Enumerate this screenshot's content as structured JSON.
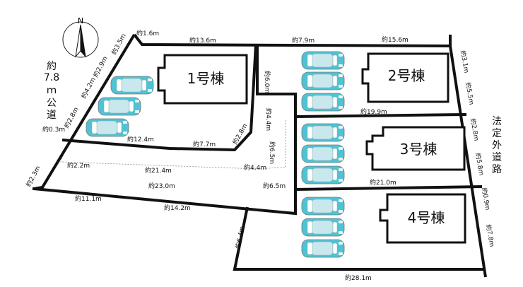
{
  "compass": {
    "north": "N"
  },
  "buildings": {
    "b1": "1号棟",
    "b2": "2号棟",
    "b3": "3号棟",
    "b4": "4号棟"
  },
  "roads": {
    "left": [
      "約",
      "7.8",
      "ｍ",
      "公",
      "道"
    ],
    "right": [
      "法",
      "定",
      "外",
      "道",
      "路"
    ]
  },
  "dims": {
    "top_1_6": "約1.6m",
    "top_13_6": "約13.6m",
    "top_7_9": "約7.9m",
    "top_15_6": "約15.6m",
    "left_3_5": "約3.5m",
    "left_2_9": "約2.9m",
    "left_4_2": "約4.2m",
    "left_2_8": "約2.8m",
    "left_0_3": "約0.3m",
    "left_2_3": "約2.3m",
    "mid_6_0": "約6.0m",
    "mid_4_4v": "約4.4m",
    "mid_2_8": "約2.8m",
    "mid_6_5v": "約6.5m",
    "lot1_12_4": "約12.4m",
    "lot1_7_7": "約7.7m",
    "path_2_2": "約2.2m",
    "path_21_4": "約21.4m",
    "path_4_4": "約4.4m",
    "path_23_0": "約23.0m",
    "path_6_5": "約6.5m",
    "bot_11_1": "約11.1m",
    "bot_14_2": "約14.2m",
    "bot_6_4": "約6.4m",
    "bot_28_1": "約28.1m",
    "lot2_19_9": "約19.9m",
    "lot3_21_0": "約21.0m",
    "right_3_1": "約3.1m",
    "right_5_5": "約5.5m",
    "right_2_8": "約2.8m",
    "right_5_8": "約5.8m",
    "right_0_9": "約0.9m",
    "right_7_8": "約7.8m"
  },
  "colors": {
    "line": "#111111",
    "car_fill": "#4fc3d4",
    "car_roof": "#c8e8ee",
    "car_window": "#ffffff"
  },
  "cars": [
    {
      "lot": "1",
      "orientation": "horizontal"
    },
    {
      "lot": "1",
      "orientation": "horizontal"
    },
    {
      "lot": "1",
      "orientation": "horizontal"
    },
    {
      "lot": "2",
      "orientation": "horizontal"
    },
    {
      "lot": "2",
      "orientation": "horizontal"
    },
    {
      "lot": "2",
      "orientation": "horizontal"
    },
    {
      "lot": "3",
      "orientation": "horizontal"
    },
    {
      "lot": "3",
      "orientation": "horizontal"
    },
    {
      "lot": "3",
      "orientation": "horizontal"
    },
    {
      "lot": "4",
      "orientation": "horizontal"
    },
    {
      "lot": "4",
      "orientation": "horizontal"
    },
    {
      "lot": "4",
      "orientation": "horizontal"
    }
  ]
}
